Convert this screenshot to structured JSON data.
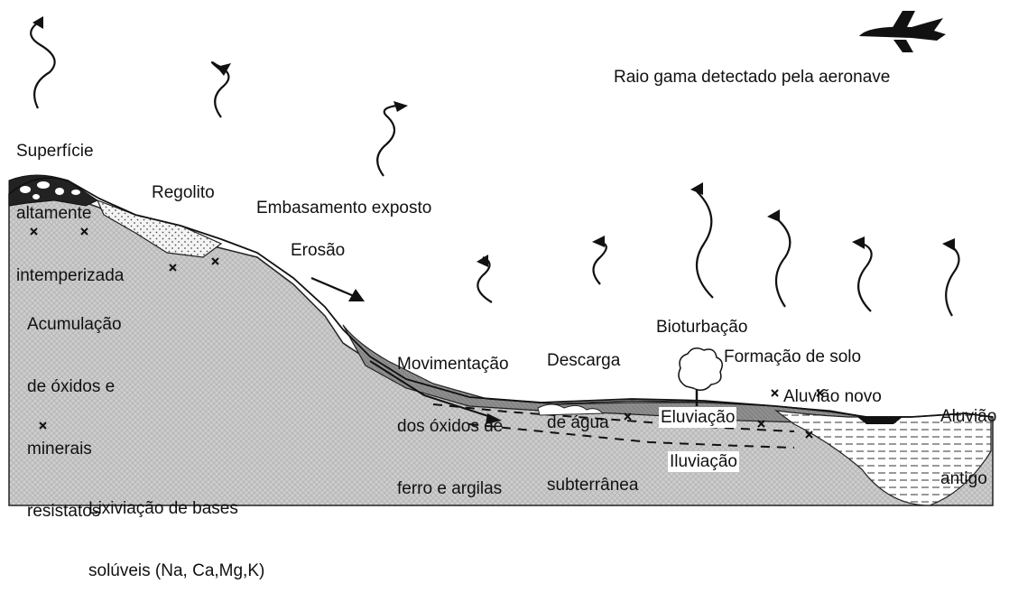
{
  "colors": {
    "sky": "#ffffff",
    "bedrock": "#c9c9c9",
    "bedrock_pattern": "#b4b4b4",
    "sediment": "#8c8c8c",
    "regolith": "#f2f2f2",
    "water": "#ffffff",
    "ink": "#111111",
    "aircraft": "#111111"
  },
  "icons": {
    "aircraft": "airplane-icon",
    "gamma_ray": "wavy-arrow-icon",
    "leaching_marker": "x-mark-icon",
    "tree": "tree-icon",
    "erosion_arrow": "arrow-icon"
  },
  "labels": {
    "gamma": "Raio gama detectado pela aeronave",
    "surface": [
      "Superfície",
      "altamente",
      "intemperizada"
    ],
    "regolith": "Regolito",
    "bedrock": "Embasamento exposto",
    "erosion": "Erosão",
    "accumulation": [
      "Acumulação",
      "de óxidos e",
      "minerais",
      "resistatos"
    ],
    "movement": [
      "Movimentação",
      "dos óxidos de",
      "ferro e argilas"
    ],
    "discharge": [
      "Descarga",
      "de água",
      "subterrânea"
    ],
    "bioturbation": "Bioturbação",
    "soil_formation": "Formação de solo",
    "new_alluvium": "Aluvião novo",
    "old_alluvium": [
      "Aluvião",
      "antigo"
    ],
    "eluviation": "Eluviação",
    "illuviation": "Iluviação",
    "leaching": [
      "Lixiviação de bases",
      "solúveis (Na, Ca,Mg,K)"
    ]
  }
}
